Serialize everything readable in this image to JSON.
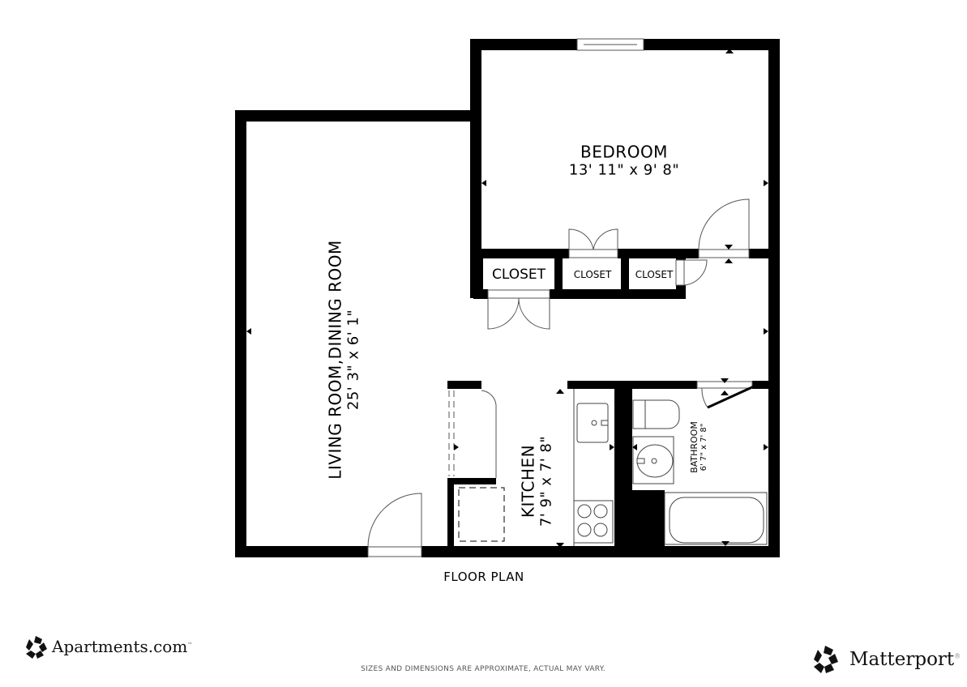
{
  "plan": {
    "title": "FLOOR PLAN",
    "disclaimer": "SIZES AND DIMENSIONS ARE APPROXIMATE, ACTUAL MAY VARY.",
    "wall_color": "#000000",
    "background": "#ffffff"
  },
  "rooms": {
    "bedroom": {
      "name": "BEDROOM",
      "dimensions": "13' 11\" x 9' 8\""
    },
    "living": {
      "name": "LIVING ROOM,DINING ROOM",
      "dimensions": "25' 3\" x 6' 1\""
    },
    "kitchen": {
      "name": "KITCHEN",
      "dimensions": "7' 9\" x 7' 8\""
    },
    "bathroom": {
      "name": "BATHROOM",
      "dimensions": "6' 7\" x 7' 8\""
    },
    "closets": [
      {
        "name": "CLOSET"
      },
      {
        "name": "CLOSET"
      },
      {
        "name": "CLOSET"
      }
    ]
  },
  "branding": {
    "left": {
      "name": "Apartments.com",
      "mark": "™",
      "icon": "apartments-logo-icon"
    },
    "right": {
      "name": "Matterport",
      "mark": "®",
      "icon": "matterport-logo-icon"
    }
  }
}
